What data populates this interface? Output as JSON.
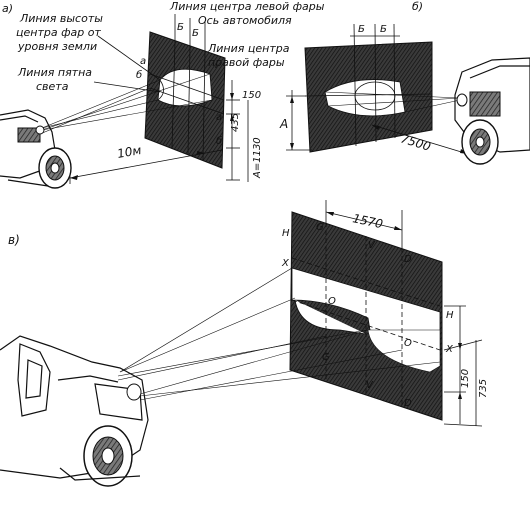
{
  "panel_a": {
    "tag": "а)",
    "label_height": [
      "Линия высоты",
      "центра фар от",
      "уровня земли"
    ],
    "label_spot": [
      "Линия пятна",
      "света"
    ],
    "label_left_center": "Линия центра левой фары",
    "label_axis": "Ось автомобиля",
    "label_right_center": [
      "Линия центра",
      "правой фары"
    ],
    "letter_a1": "а",
    "letter_b1": "б",
    "letter_B1": "Б",
    "letter_B2": "Б",
    "letter_a2": "а",
    "letter_b2": "б",
    "dim_150": "150",
    "dim_435": "435",
    "dim_A1130": "А=1130",
    "dim_10m": "10м"
  },
  "panel_b": {
    "tag": "б)",
    "letter_B1": "Б",
    "letter_B2": "Б",
    "letter_A": "А",
    "dim_7500": "7500"
  },
  "panel_v": {
    "tag": "в)",
    "dim_1570": "1570",
    "H_top": "H",
    "G_top": "G",
    "V_top": "V",
    "D_top": "D",
    "X_left": "X",
    "O_left": "O",
    "O_right": "O",
    "H_right": "H",
    "X_right": "X",
    "G_bottom": "G",
    "V_bottom": "V",
    "D_bottom": "D",
    "dim_150": "150",
    "dim_735": "735"
  }
}
